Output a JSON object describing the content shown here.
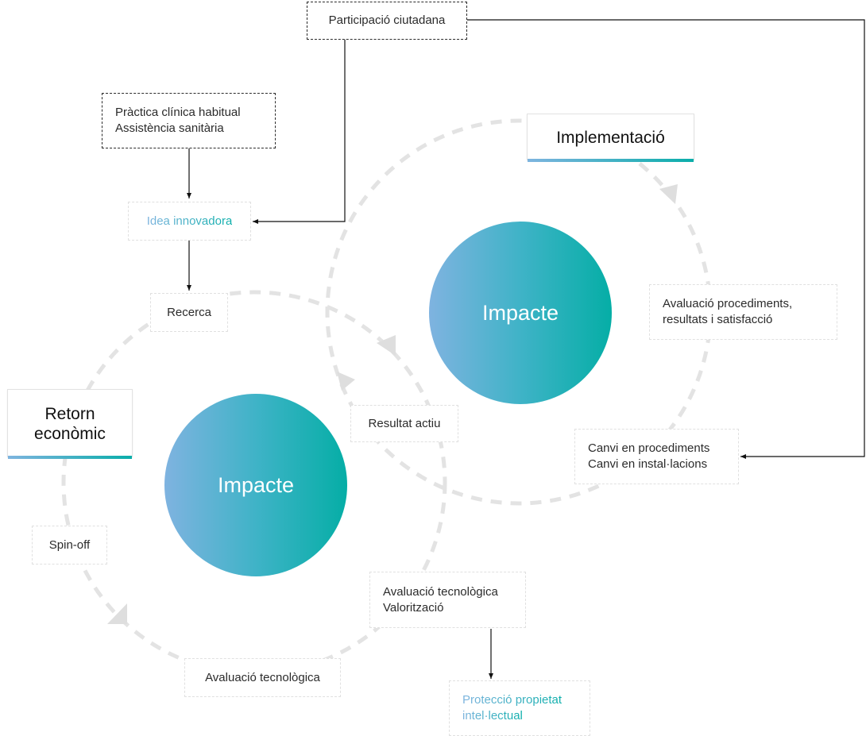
{
  "boxes": {
    "participacio": "Participació ciutadana",
    "practica_line1": "Pràctica clínica habitual",
    "practica_line2": "Assistència sanitària",
    "idea": "Idea innovadora",
    "recerca": "Recerca",
    "resultat": "Resultat actiu",
    "avaluacio_proc_line1": "Avaluació procediments,",
    "avaluacio_proc_line2": "resultats i satisfacció",
    "canvi_line1": "Canvi en procediments",
    "canvi_line2": "Canvi en instal·lacions",
    "spinoff": "Spin-off",
    "aval_valor_line1": "Avaluació tecnològica",
    "aval_valor_line2": "Valorització",
    "avaluacio_tec": "Avaluació tecnològica",
    "proteccio_line1": "Protecció propietat",
    "proteccio_line2": "intel·lectual"
  },
  "titles": {
    "implementacio": "Implementació",
    "retorn_line1": "Retorn",
    "retorn_line2": "econòmic"
  },
  "circles": {
    "impacte_top": "Impacte",
    "impacte_bottom": "Impacte"
  },
  "colors": {
    "gradient_start": "#7eb4df",
    "gradient_end": "#0aaeaa",
    "cycle_dash": "#e3e3e3",
    "connector": "#111111"
  }
}
